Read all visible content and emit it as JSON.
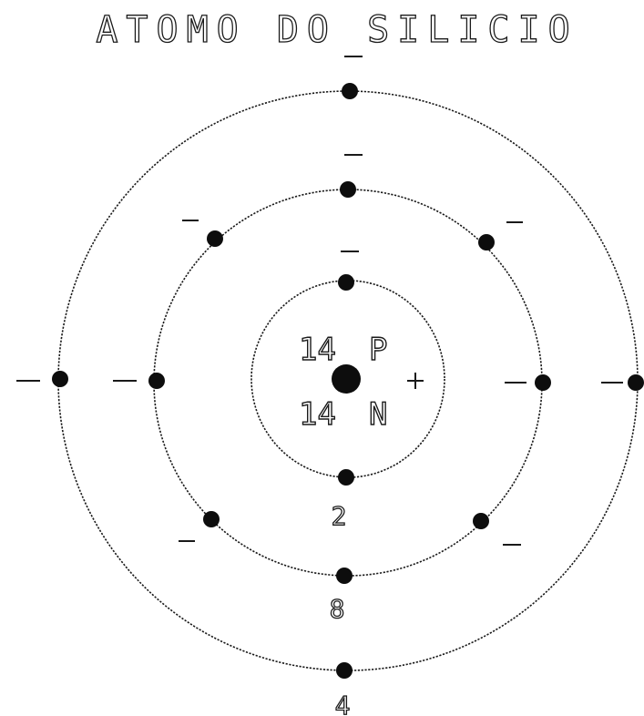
{
  "title": "ATOMO DO SILICIO",
  "nucleus": {
    "protons_label": "14",
    "protons_symbol": "P",
    "neutrons_label": "14",
    "neutrons_symbol": "N",
    "charge_symbol": "+"
  },
  "shells": [
    {
      "count_label": "2",
      "electrons": 2
    },
    {
      "count_label": "8",
      "electrons": 8
    },
    {
      "count_label": "4",
      "electrons": 4
    }
  ],
  "electron_charge_symbol": "–"
}
